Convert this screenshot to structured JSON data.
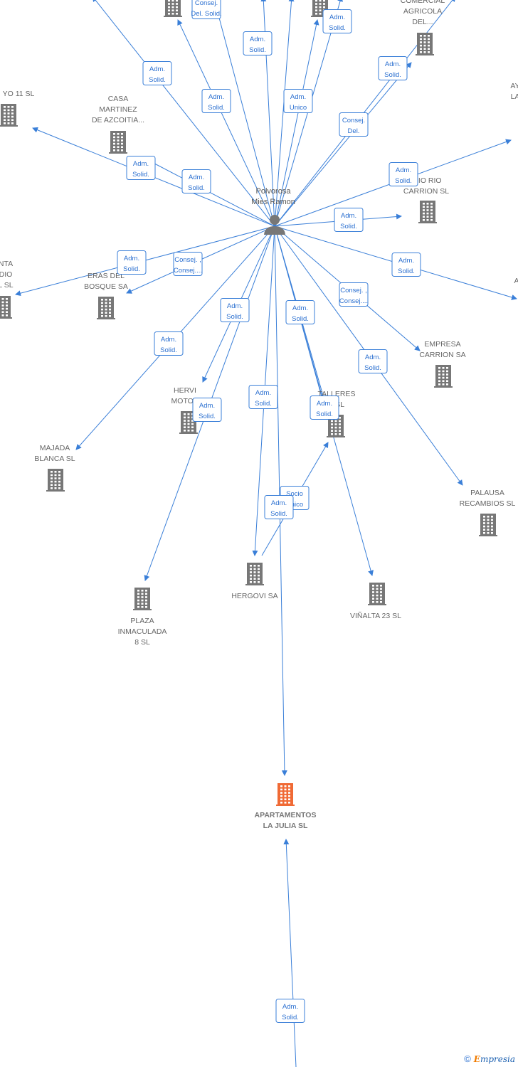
{
  "center_person": {
    "lines": [
      "Polvorosa",
      "Mies Ramon"
    ],
    "icon": "person-icon"
  },
  "focus_company": {
    "lines": [
      "APARTAMENTOS",
      "LA JULIA  SL"
    ],
    "icon": "building-icon",
    "color": "#f06a35"
  },
  "company_color": "#777777",
  "edge_color": "#3a7fd8",
  "companies": [
    {
      "id": "top-left-1",
      "lines": []
    },
    {
      "id": "top-center",
      "lines": []
    },
    {
      "id": "comercial-agricola",
      "lines": [
        "COMERCIAL",
        "AGRICOLA",
        "DEL..."
      ]
    },
    {
      "id": "mayo-11",
      "lines": [
        "YO 11  SL"
      ]
    },
    {
      "id": "casa-martinez",
      "lines": [
        "CASA",
        "MARTINEZ",
        "DE AZCOITIA..."
      ]
    },
    {
      "id": "right-top",
      "lines": [
        "AY",
        "LA"
      ]
    },
    {
      "id": "servicio-rio-carrion",
      "lines": [
        "ICIO RIO",
        "CARRION  SL"
      ]
    },
    {
      "id": "left-mid",
      "lines": [
        "NTA",
        "DIO",
        "L  SL"
      ]
    },
    {
      "id": "eras-del-bosque",
      "lines": [
        "ERAS DEL",
        "BOSQUE SA"
      ]
    },
    {
      "id": "right-mid",
      "lines": [
        "A"
      ]
    },
    {
      "id": "empresa-carrion",
      "lines": [
        "EMPRESA",
        "CARRION SA"
      ]
    },
    {
      "id": "hervi-motor",
      "lines": [
        "HERVI",
        "MOTOR"
      ]
    },
    {
      "id": "talleres",
      "lines": [
        "TALLERES",
        "A SL"
      ]
    },
    {
      "id": "majada-blanca",
      "lines": [
        "MAJADA",
        "BLANCA  SL"
      ]
    },
    {
      "id": "palausa",
      "lines": [
        "PALAUSA",
        "RECAMBIOS  SL"
      ]
    },
    {
      "id": "hergovi",
      "lines": [
        "HERGOVI SA"
      ]
    },
    {
      "id": "vinalta-23",
      "lines": [
        "VIÑALTA 23  SL"
      ]
    },
    {
      "id": "plaza-inmaculada",
      "lines": [
        "PLAZA",
        "INMACULADA",
        "8  SL"
      ]
    }
  ],
  "edge_labels": [
    {
      "lines": [
        "Consej.",
        "Del. Solid."
      ]
    },
    {
      "lines": [
        "Adm.",
        "Solid."
      ]
    },
    {
      "lines": [
        "Adm.",
        "Solid."
      ]
    },
    {
      "lines": [
        "Adm.",
        "Solid."
      ]
    },
    {
      "lines": [
        "Adm.",
        "Solid."
      ]
    },
    {
      "lines": [
        "Adm.",
        "Unico"
      ]
    },
    {
      "lines": [
        "Adm.",
        "Solid."
      ]
    },
    {
      "lines": [
        "Consej.",
        "Del."
      ]
    },
    {
      "lines": [
        "Adm.",
        "Solid."
      ]
    },
    {
      "lines": [
        "Adm.",
        "Solid."
      ]
    },
    {
      "lines": [
        "Adm.",
        "Solid."
      ]
    },
    {
      "lines": [
        "Adm.",
        "Solid."
      ]
    },
    {
      "lines": [
        "Adm.",
        "Solid."
      ]
    },
    {
      "lines": [
        "Consej. ,",
        "Consej...."
      ]
    },
    {
      "lines": [
        "Adm.",
        "Solid."
      ]
    },
    {
      "lines": [
        "Consej. ,",
        "Consej...."
      ]
    },
    {
      "lines": [
        "Adm.",
        "Solid."
      ]
    },
    {
      "lines": [
        "Adm.",
        "Solid."
      ]
    },
    {
      "lines": [
        "Adm.",
        "Solid."
      ]
    },
    {
      "lines": [
        "Adm.",
        "Solid."
      ]
    },
    {
      "lines": [
        "Adm.",
        "Solid."
      ]
    },
    {
      "lines": [
        "Adm.",
        "Solid."
      ]
    },
    {
      "lines": [
        "Adm.",
        "Solid."
      ]
    },
    {
      "lines": [
        "Socio",
        "Único"
      ]
    },
    {
      "lines": [
        "Adm.",
        "Solid."
      ]
    },
    {
      "lines": [
        "Adm.",
        "Solid."
      ]
    }
  ],
  "copyright": {
    "symbol": "©",
    "brand_first": "E",
    "brand_rest": "mpresia"
  }
}
